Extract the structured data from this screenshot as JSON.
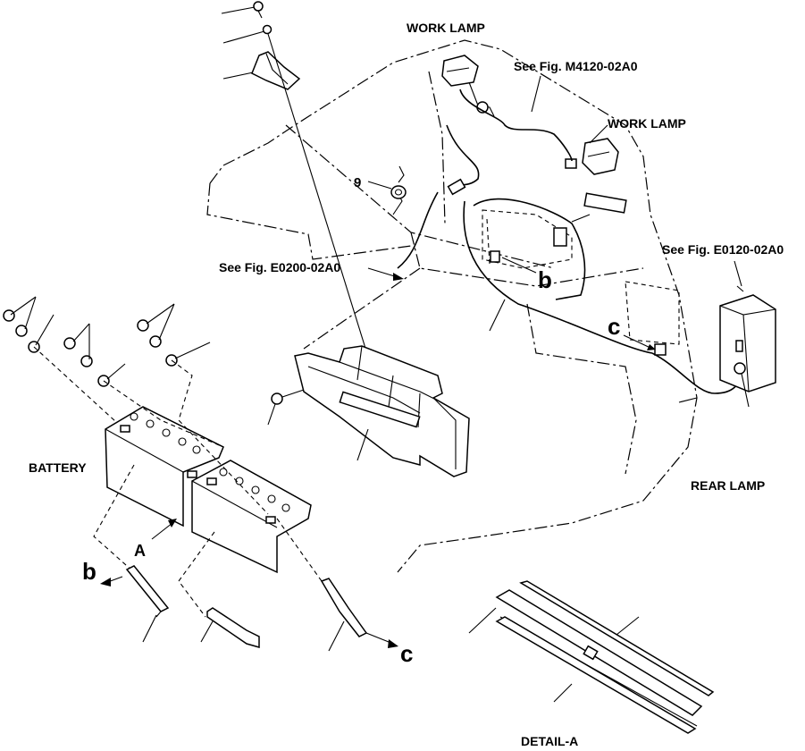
{
  "labels": {
    "work_lamp_top": "WORK LAMP",
    "see_fig_m4120": "See Fig. M4120-02A0",
    "work_lamp_right": "WORK LAMP",
    "callout_9": "9",
    "see_fig_e0200": "See Fig. E0200-02A0",
    "see_fig_e0120": "See Fig. E0120-02A0",
    "callout_b_center": "b",
    "callout_c_center": "c",
    "battery": "BATTERY",
    "callout_a": "A",
    "callout_b_left": "b",
    "callout_c_bottom": "c",
    "rear_lamp": "REAR LAMP",
    "detail_a": "DETAIL-A"
  }
}
